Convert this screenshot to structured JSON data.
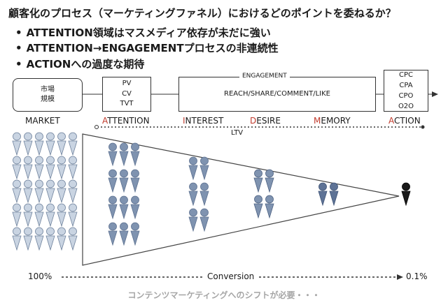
{
  "title": "顧客化のプロセス（マーケティングファネル）におけるどのポイントを委ねるか？",
  "bullets": [
    "ATTENTION領域はマスメディア依存が未だに強い",
    "ATTENTION→ENGAGEMENTプロセスの非連続性",
    "ACTIONへの過度な期待"
  ],
  "bullet_marker": "•",
  "boxes": {
    "market": [
      "市場",
      "規模"
    ],
    "attention_metrics": [
      "PV",
      "CV",
      "TVT"
    ],
    "engagement_title": "ENGAGEMENT",
    "engagement_metrics": "REACH/SHARE/COMMENT/LIKE",
    "action_metrics": [
      "CPC",
      "CPA",
      "CPO",
      "O2O"
    ]
  },
  "market_label": "MARKET",
  "stages": [
    {
      "first": "A",
      "rest": "TTENTION"
    },
    {
      "first": "I",
      "rest": "NTEREST"
    },
    {
      "first": "D",
      "rest": "ESIRE"
    },
    {
      "first": "M",
      "rest": "EMORY"
    },
    {
      "first": "A",
      "rest": "CTION"
    }
  ],
  "ltv_label": "LTV",
  "start_percent": "100%",
  "conversion_label": "Conversion",
  "end_percent": "0.1%",
  "footer": "コンテンツマーケティングへのシフトが必要・・・",
  "colors": {
    "accent_red": "#c0392b",
    "figure_light": "#c9d4e2",
    "figure_mid": "#7f93b0",
    "figure_dark": "#1a1a1a",
    "footer_gray": "#a6a6a6"
  }
}
